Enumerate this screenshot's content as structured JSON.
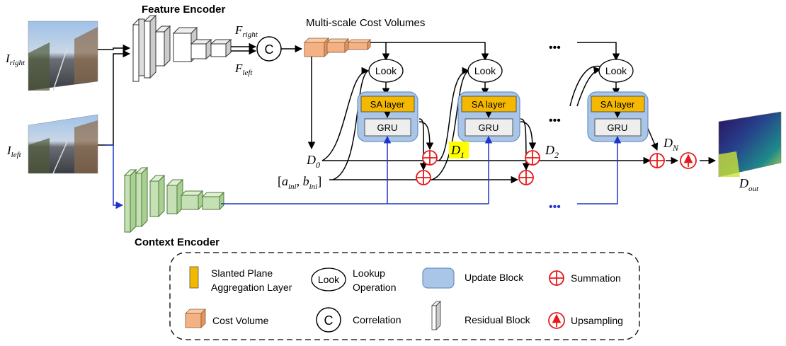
{
  "inputs": {
    "right": {
      "symbol": "I",
      "sub": "right"
    },
    "left": {
      "symbol": "I",
      "sub": "left"
    }
  },
  "encoders": {
    "feature": "Feature Encoder",
    "context": "Context Encoder"
  },
  "features": {
    "right": {
      "symbol": "F",
      "sub": "right"
    },
    "left": {
      "symbol": "F",
      "sub": "left"
    },
    "correlation_symbol": "C"
  },
  "cost_volumes_title": "Multi-scale Cost Volumes",
  "update_blocks": [
    {
      "look": "Look",
      "sa": "SA layer",
      "gru": "GRU"
    },
    {
      "look": "Look",
      "sa": "SA layer",
      "gru": "GRU"
    },
    {
      "look": "Look",
      "sa": "SA layer",
      "gru": "GRU"
    }
  ],
  "ellipsis": "•••",
  "disparities": {
    "d0": {
      "symbol": "D",
      "sub": "0"
    },
    "d1": {
      "symbol": "D",
      "sub": "1",
      "highlight": "#ffff00"
    },
    "d2": {
      "symbol": "D",
      "sub": "2"
    },
    "dn": {
      "symbol": "D",
      "sub": "N"
    },
    "out": {
      "symbol": "D",
      "sub": "out"
    }
  },
  "init": {
    "open": "[",
    "a": "a",
    "a_sub": "ini",
    "sep": ", ",
    "b": "b",
    "b_sub": "ini",
    "close": "]"
  },
  "legend": {
    "sa": [
      "Slanted Plane",
      "Aggregation Layer"
    ],
    "look_symbol": "Look",
    "look": [
      "Lookup",
      "Operation"
    ],
    "update": "Update Block",
    "sum": "Summation",
    "cost": "Cost Volume",
    "corr_symbol": "C",
    "corr": "Correlation",
    "res": "Residual Block",
    "up": "Upsampling"
  },
  "colors": {
    "sa_layer": "#f5b800",
    "update_block": "#a9c6e8",
    "cost_volume": "#f4b183",
    "context_encoder": "#c5e0b4",
    "context_path": "#1f35c8",
    "summation": "#e8191b"
  }
}
